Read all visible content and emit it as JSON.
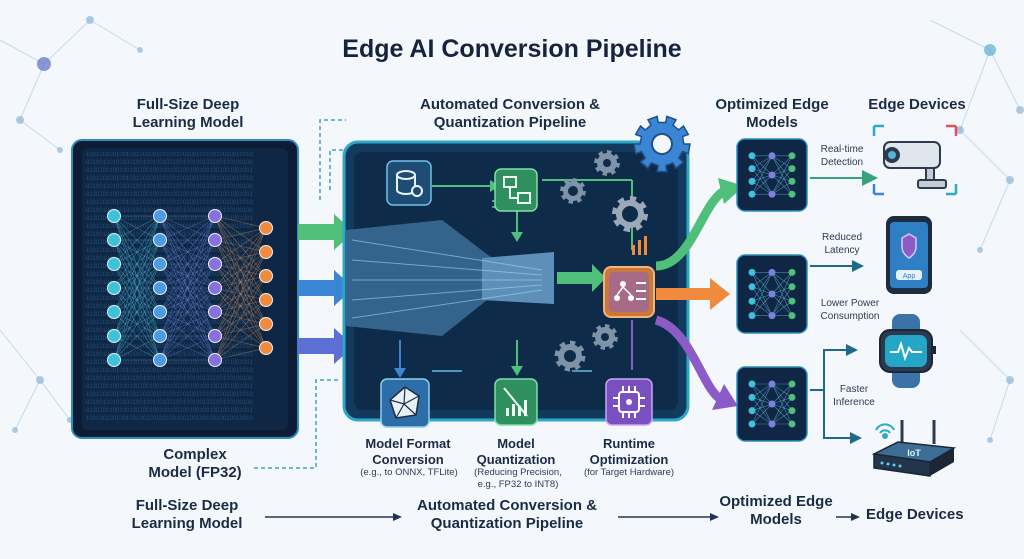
{
  "title": "Edge AI Conversion Pipeline",
  "columns": {
    "source": "Full-Size Deep Learning Model",
    "pipeline": "Automated Conversion & Quantization Pipeline",
    "optimized": "Optimized Edge Models",
    "devices": "Edge Devices"
  },
  "source_caption": "Complex Model (FP32)",
  "steps": [
    {
      "title": "Model Format Conversion",
      "detail": "(e.g., to ONNX, TFLite)"
    },
    {
      "title": "Model Quantization",
      "detail": "(Reducing Precision, e.g., FP32 to INT8)"
    },
    {
      "title": "Runtime Optimization",
      "detail": "(for Target Hardware)"
    }
  ],
  "benefits": [
    "Real-time Detection",
    "Reduced Latency",
    "Lower Power Consumption",
    "Faster Inference"
  ],
  "device_text": {
    "phone": "App",
    "router": "IoT"
  },
  "flow": [
    "Full-Size Deep Learning Model",
    "Automated Conversion & Quantization Pipeline",
    "Optimized Edge Models",
    "Edge Devices"
  ],
  "colors": {
    "dark_panel": "#0f2440",
    "pipeline_frame": "#2fa7c9",
    "green": "#4fbf7a",
    "blue": "#3a86d4",
    "purple": "#8b5cc7",
    "orange": "#f08a3c"
  },
  "icons": [
    "database-icon",
    "flow-chart-icon",
    "gear-icon",
    "polyhedron-icon",
    "quantize-icon",
    "chip-icon",
    "camera-icon",
    "phone-icon",
    "watch-icon",
    "router-icon",
    "wifi-icon"
  ]
}
